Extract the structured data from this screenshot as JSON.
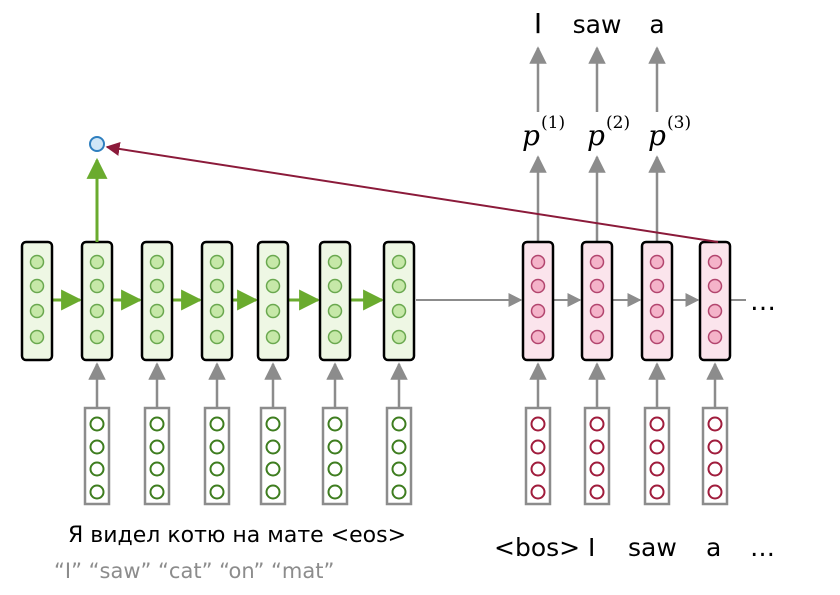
{
  "source_words": "Я видел котю на мате <eos>",
  "source_gloss": "“I” “saw” “cat” “on” “mat”",
  "decoder_inputs": [
    "<bos>",
    "I",
    "saw",
    "a",
    "…"
  ],
  "output_words": [
    "I",
    "saw",
    "a"
  ],
  "probabilities": [
    {
      "symbol": "p",
      "superscript": "(1)"
    },
    {
      "symbol": "p",
      "superscript": "(2)"
    },
    {
      "symbol": "p",
      "superscript": "(3)"
    }
  ],
  "decoder_ellipsis": "…",
  "colors": {
    "encoder_fill": "#eef7e4",
    "encoder_dot": "#c6e8a8",
    "encoder_dot_stroke": "#6aa84f",
    "encoder_arrow": "#6aab2e",
    "decoder_fill": "#fbe4ec",
    "decoder_dot": "#f4b3c9",
    "decoder_dot_stroke": "#b2456e",
    "input_dot_stroke_green": "#3e7d1f",
    "input_dot_stroke_red": "#a01c3c",
    "attention_arrow": "#8b1a3a",
    "gray_arrow": "#8c8c8c",
    "attention_node": "#cfe6f7",
    "attention_node_stroke": "#2f7fbf"
  }
}
